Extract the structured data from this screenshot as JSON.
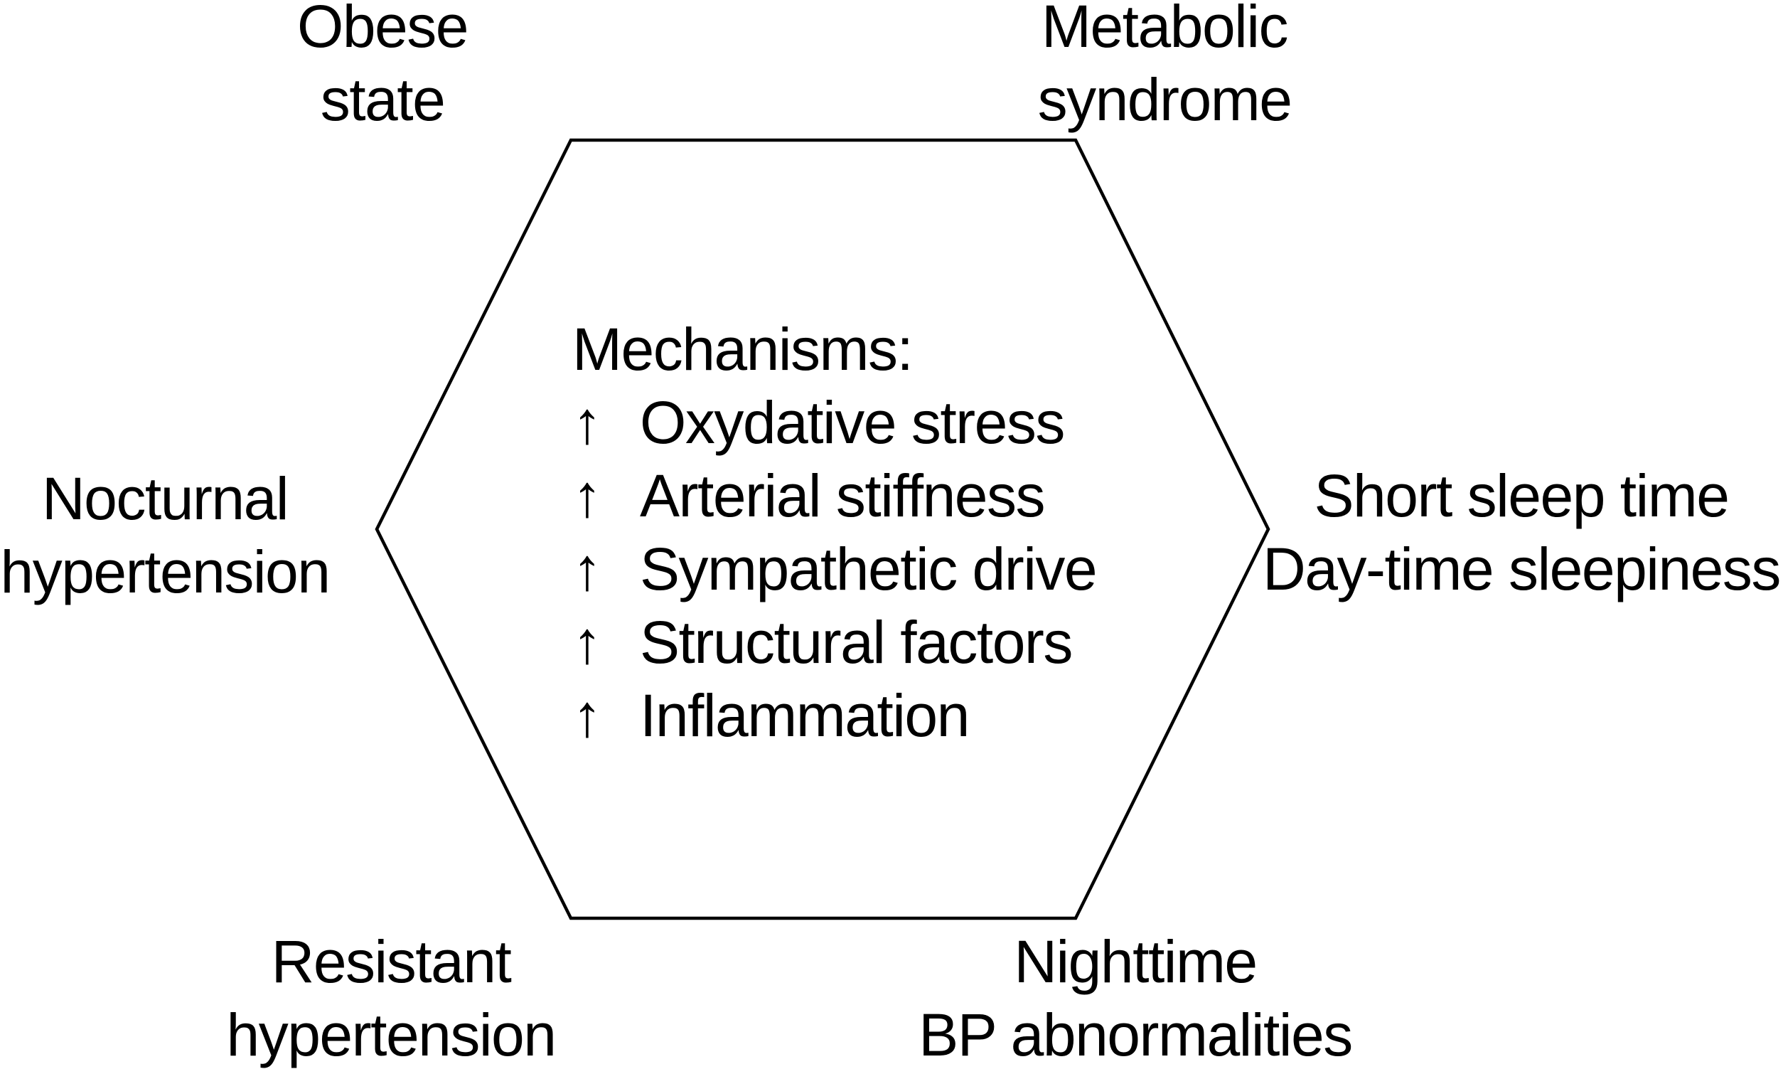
{
  "figure": {
    "background_color": "#ffffff",
    "line_color": "#000000",
    "text_color": "#000000"
  },
  "hexagon_labels": {
    "top_left": {
      "line1": "Obese",
      "line2": "state"
    },
    "top_right": {
      "line1": "Metabolic",
      "line2": "syndrome"
    },
    "left": {
      "line1": "Nocturnal",
      "line2": "hypertension"
    },
    "right": {
      "line1": "Short sleep time",
      "line2": "Day-time sleepiness"
    },
    "bottom_left": {
      "line1": "Resistant",
      "line2": "hypertension"
    },
    "bottom_right": {
      "line1": "Nighttime",
      "line2": "BP abnormalities"
    }
  },
  "mechanisms": {
    "title": "Mechanisms:",
    "arrow_icon": "↑",
    "items": [
      "Oxydative stress",
      "Arterial stiffness",
      "Sympathetic drive",
      "Structural factors",
      "Inflammation"
    ]
  }
}
